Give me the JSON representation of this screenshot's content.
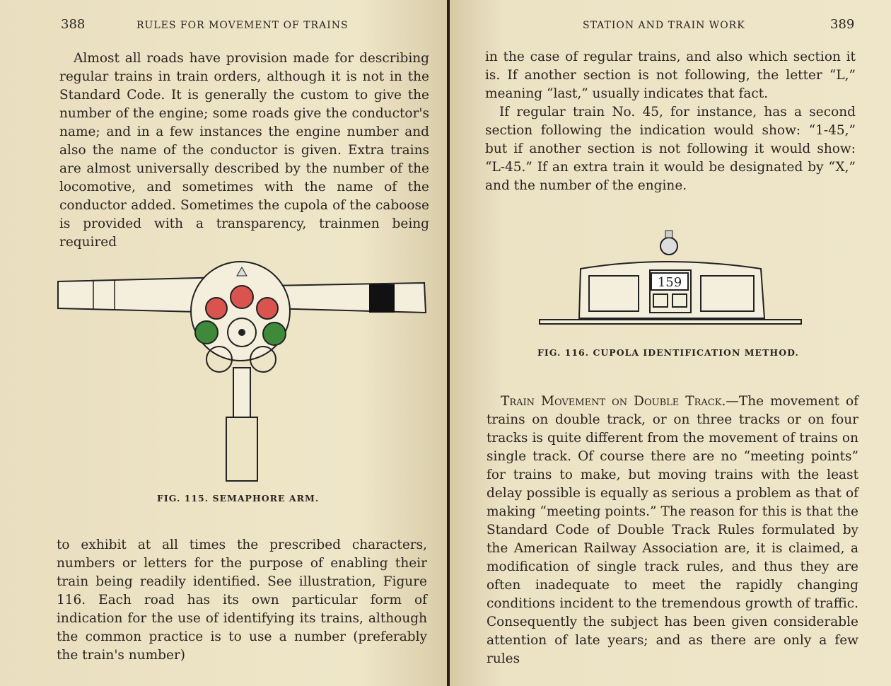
{
  "left_page": {
    "page_number": "388",
    "running_head": "RULES FOR MOVEMENT OF TRAINS",
    "paragraph_top": "Almost all roads have provision made for describing regular trains in train orders, although it is not in the Standard Code. It is generally the custom to give the number of the engine; some roads give the conductor's name; and in a few instances the engine number and also the name of the conductor is given. Extra trains are almost universally described by the number of the locomotive, and sometimes with the name of the conductor added. Sometimes the cupola of the caboose is provided with a transparency, trainmen being required",
    "figure_caption": "FIG. 115. SEMAPHORE ARM.",
    "paragraph_bottom": "to exhibit at all times the prescribed characters, numbers or letters for the purpose of enabling their train being readily identified. See illustration, Figure 116. Each road has its own particular form of indication for the use of identifying its trains, although the common practice is to use a number (preferably the train's number)"
  },
  "right_page": {
    "page_number": "389",
    "running_head": "STATION AND TRAIN WORK",
    "paragraph_1": "in the case of regular trains, and also which section it is. If another section is not following, the letter “L,” meaning “last,” usually indicates that fact.",
    "paragraph_2": "If regular train No. 45, for instance, has a second section following the indication would show: “1-45,” but if another section is not following it would show: “L-45.” If an extra train it would be designated by “X,” and the number of the engine.",
    "figure_number_plate": "159",
    "figure_caption": "FIG. 116. CUPOLA IDENTIFICATION METHOD.",
    "section_heading": "Train Movement on Double Track.",
    "paragraph_3": "—The movement of trains on double track, or on three tracks or on four tracks is quite different from the movement of trains on single track. Of course there are no “meeting points” for trains to make, but moving trains with the least delay possible is equally as serious a problem as that of making “meeting points.” The reason for this is that the Standard Code of Double Track Rules formulated by the American Railway Association are, it is claimed, a modification of single track rules, and thus they are often inadequate to meet the rapidly changing conditions incident to the tremendous growth of traffic. Consequently the subject has been given considerable attention of late years; and as there are only a few rules"
  },
  "colors": {
    "red_lens": "#d9534f",
    "green_lens": "#3f8a3a",
    "paper": "#eee4c6",
    "ink": "#2a2420"
  }
}
